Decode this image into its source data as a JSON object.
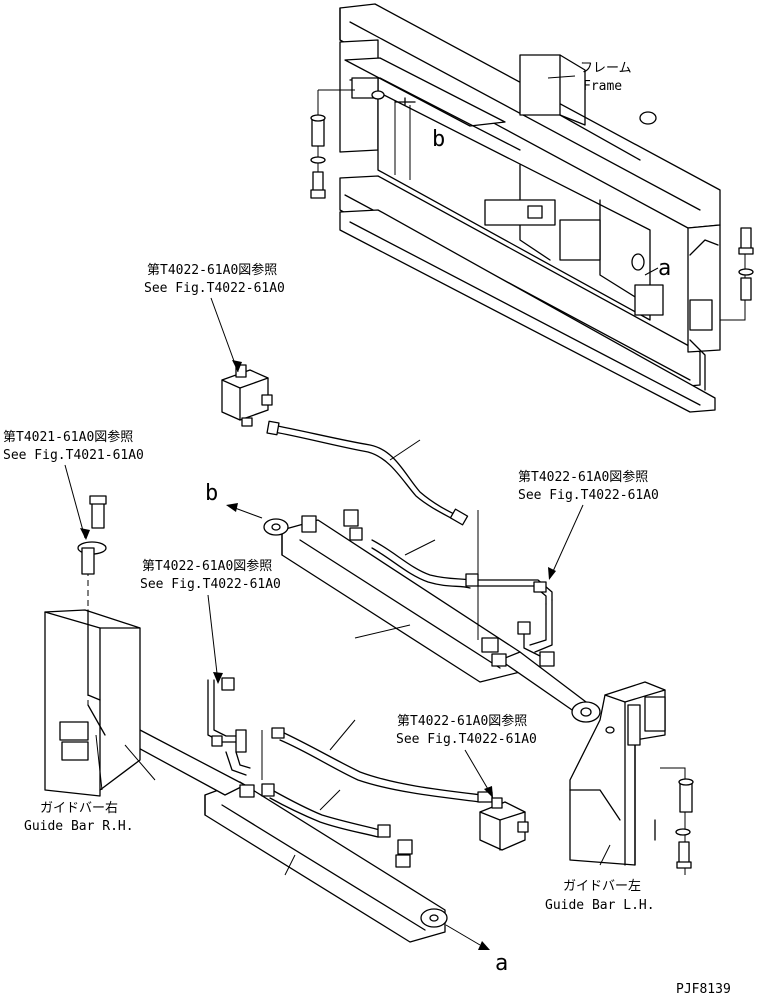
{
  "labels": {
    "frame_jp": "フレーム",
    "frame_en": "Frame",
    "ref_top_jp": "第T4022-61A0図参照",
    "ref_top_en": "See Fig.T4022-61A0",
    "ref_left_jp": "第T4021-61A0図参照",
    "ref_left_en": "See Fig.T4021-61A0",
    "ref_right_jp": "第T4022-61A0図参照",
    "ref_right_en": "See Fig.T4022-61A0",
    "ref_mid_jp": "第T4022-61A0図参照",
    "ref_mid_en": "See Fig.T4022-61A0",
    "ref_bottom_jp": "第T4022-61A0図参照",
    "ref_bottom_en": "See Fig.T4022-61A0",
    "guide_rh_jp": "ガイドバー右",
    "guide_rh_en": "Guide Bar R.H.",
    "guide_lh_jp": "ガイドバー左",
    "guide_lh_en": "Guide Bar L.H.",
    "mark_a": "a",
    "mark_b": "b",
    "drawing_no": "PJF8139"
  }
}
